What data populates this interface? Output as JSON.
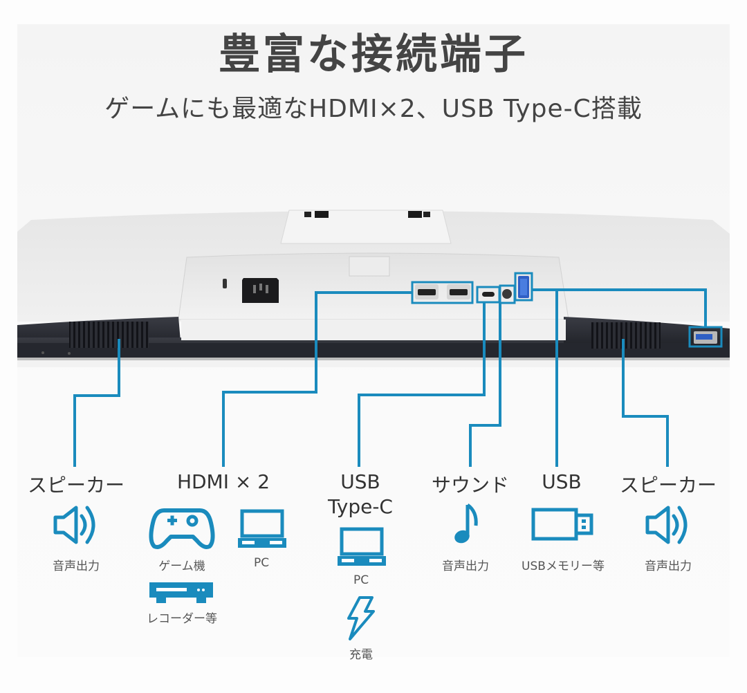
{
  "header": {
    "title": "豊富な接続端子",
    "subtitle": "ゲームにも最適なHDMI×2、USB Type-C搭載"
  },
  "colors": {
    "accent": "#1a8bbd",
    "text": "#444444",
    "bezel": "#2a2c34",
    "body": "#ececec"
  },
  "ports": [
    {
      "id": "speaker-left",
      "label": "スピーカー",
      "items": [
        {
          "icon": "speaker-icon",
          "caption": "音声出力"
        }
      ]
    },
    {
      "id": "hdmi",
      "label": "HDMI × 2",
      "items": [
        {
          "icon": "gamepad-icon",
          "caption": "ゲーム機"
        },
        {
          "icon": "laptop-icon",
          "caption": "PC"
        },
        {
          "icon": "recorder-icon",
          "caption": "レコーダー等"
        }
      ]
    },
    {
      "id": "usb-c",
      "label_line1": "USB",
      "label_line2": "Type-C",
      "items": [
        {
          "icon": "laptop-icon",
          "caption": "PC"
        },
        {
          "icon": "lightning-icon",
          "caption": "充電"
        }
      ]
    },
    {
      "id": "sound",
      "label": "サウンド",
      "items": [
        {
          "icon": "music-note-icon",
          "caption": "音声出力"
        }
      ]
    },
    {
      "id": "usb",
      "label": "USB",
      "items": [
        {
          "icon": "usb-stick-icon",
          "caption": "USBメモリー等"
        }
      ]
    },
    {
      "id": "speaker-right",
      "label": "スピーカー",
      "items": [
        {
          "icon": "speaker-icon",
          "caption": "音声出力"
        }
      ]
    }
  ]
}
